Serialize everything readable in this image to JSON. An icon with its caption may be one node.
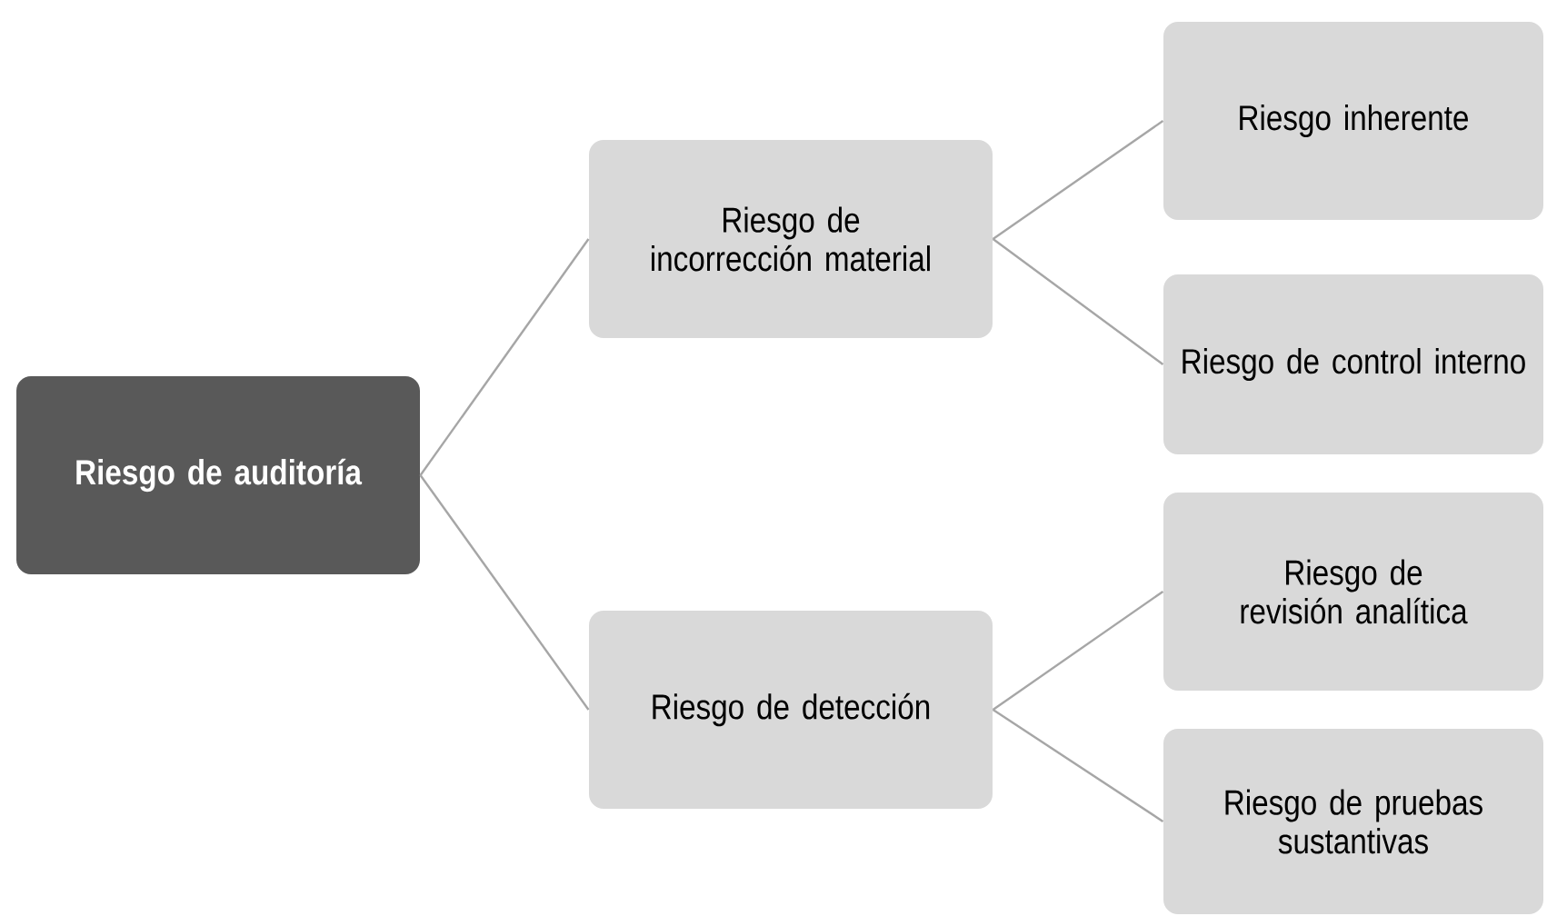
{
  "diagram": {
    "nodes": [
      {
        "text": [
          "Riesgo de auditoría"
        ]
      },
      {
        "text": [
          "Riesgo de incorrección material"
        ]
      },
      {
        "text": [
          "Riesgo de detección"
        ]
      },
      {
        "text": [
          "Riesgo inherente"
        ]
      },
      {
        "text": [
          "Riesgo de control interno"
        ]
      },
      {
        "text": [
          "Riesgo de revisión analítica"
        ]
      },
      {
        "text": [
          "Riesgo de pruebas sustantivas"
        ]
      }
    ],
    "edges": [
      {
        "from": 0,
        "to": 1,
        "arrow": "none"
      },
      {
        "from": 0,
        "to": 2,
        "arrow": "none"
      },
      {
        "from": 1,
        "to": 3,
        "arrow": "none"
      },
      {
        "from": 1,
        "to": 4,
        "arrow": "none"
      },
      {
        "from": 2,
        "to": 5,
        "arrow": "none"
      },
      {
        "from": 2,
        "to": 6,
        "arrow": "none"
      }
    ]
  }
}
